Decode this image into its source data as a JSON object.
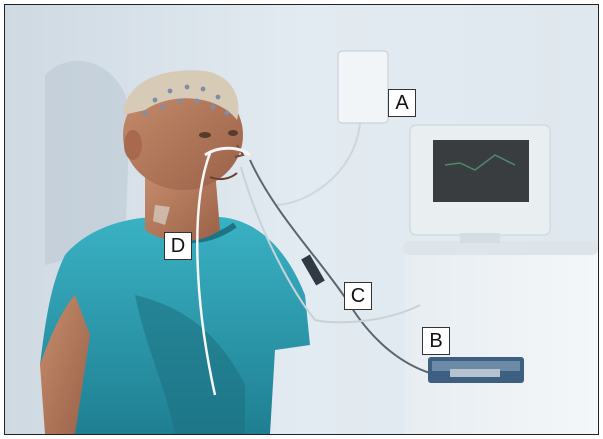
{
  "labels": {
    "a": "A",
    "b": "B",
    "c": "C",
    "d": "D"
  },
  "colors": {
    "wall": "#dbe6ee",
    "shirt": "#2d9fb3",
    "skin": "#b57a5c",
    "monitor_screen": "#3a3d40",
    "recorder_box": "#3c5f82"
  }
}
